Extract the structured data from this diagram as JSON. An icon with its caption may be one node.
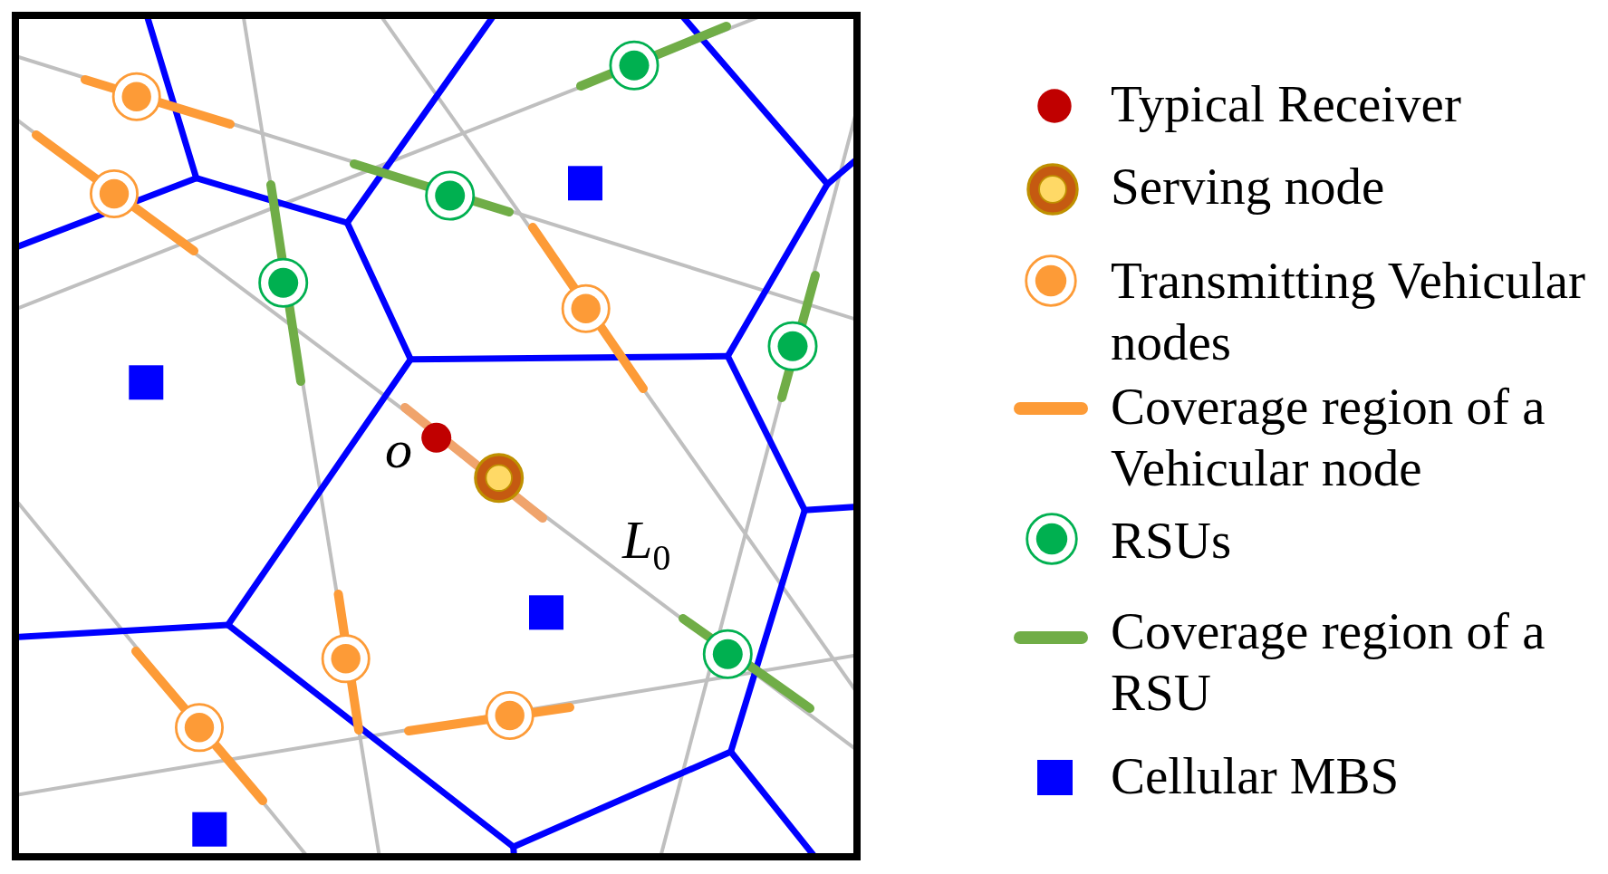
{
  "diagram": {
    "labels": [
      "o",
      "*L*$_{0}$"
    ],
    "legend": [
      {
        "text": "Typical Receiver",
        "color": "#c00000"
      },
      {
        "text": "Serving node"
      },
      {
        "text": "Transmitting Vehicular nodes"
      },
      {
        "text": "Coverage region of a Vehicular node"
      },
      {
        "text": "RSUs"
      },
      {
        "text": "Coverage region of a RSU"
      },
      {
        "text": "Cellular MBS",
        "color": "#0000ff"
      }
    ]
  }
}
